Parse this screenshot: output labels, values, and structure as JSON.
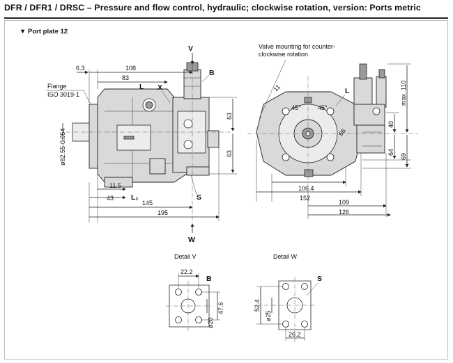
{
  "title": "DFR / DFR1 / DRSC – Pressure and flow control, hydraulic; clockwise rotation, version: Ports metric",
  "port_plate": "▼  Port plate 12",
  "labels": {
    "V": "V",
    "W": "W",
    "B": "B",
    "L": "L",
    "X": "X",
    "S": "S",
    "L1": "L₁",
    "flange": "Flange",
    "flange_std": "ISO 3019-1",
    "valve_note_1": "Valve mounting for counter-",
    "valve_note_2": "clockwise rotation",
    "detail_v": "Detail V",
    "detail_w": "Detail W"
  },
  "dimensions": {
    "d6_3": "6.3",
    "d108": "108",
    "d83": "83",
    "d11_5": "11.5",
    "d43": "43",
    "d145": "145",
    "d195": "195",
    "d63a": "63",
    "d63b": "63",
    "shaft": "ø82.55-0.054",
    "d11": "11",
    "a45a": "45°",
    "a45b": "45°",
    "d66": "66",
    "d106_4": "106.4",
    "d152": "152",
    "d109": "109",
    "d126": "126",
    "max110": "max. 110",
    "d40": "40",
    "d64": "64",
    "d69": "69",
    "d22_2": "22.2",
    "d20": "ø20",
    "d47_6": "47.6",
    "d52_4": "52.4",
    "d25": "ø25",
    "d26_2": "26.2"
  }
}
